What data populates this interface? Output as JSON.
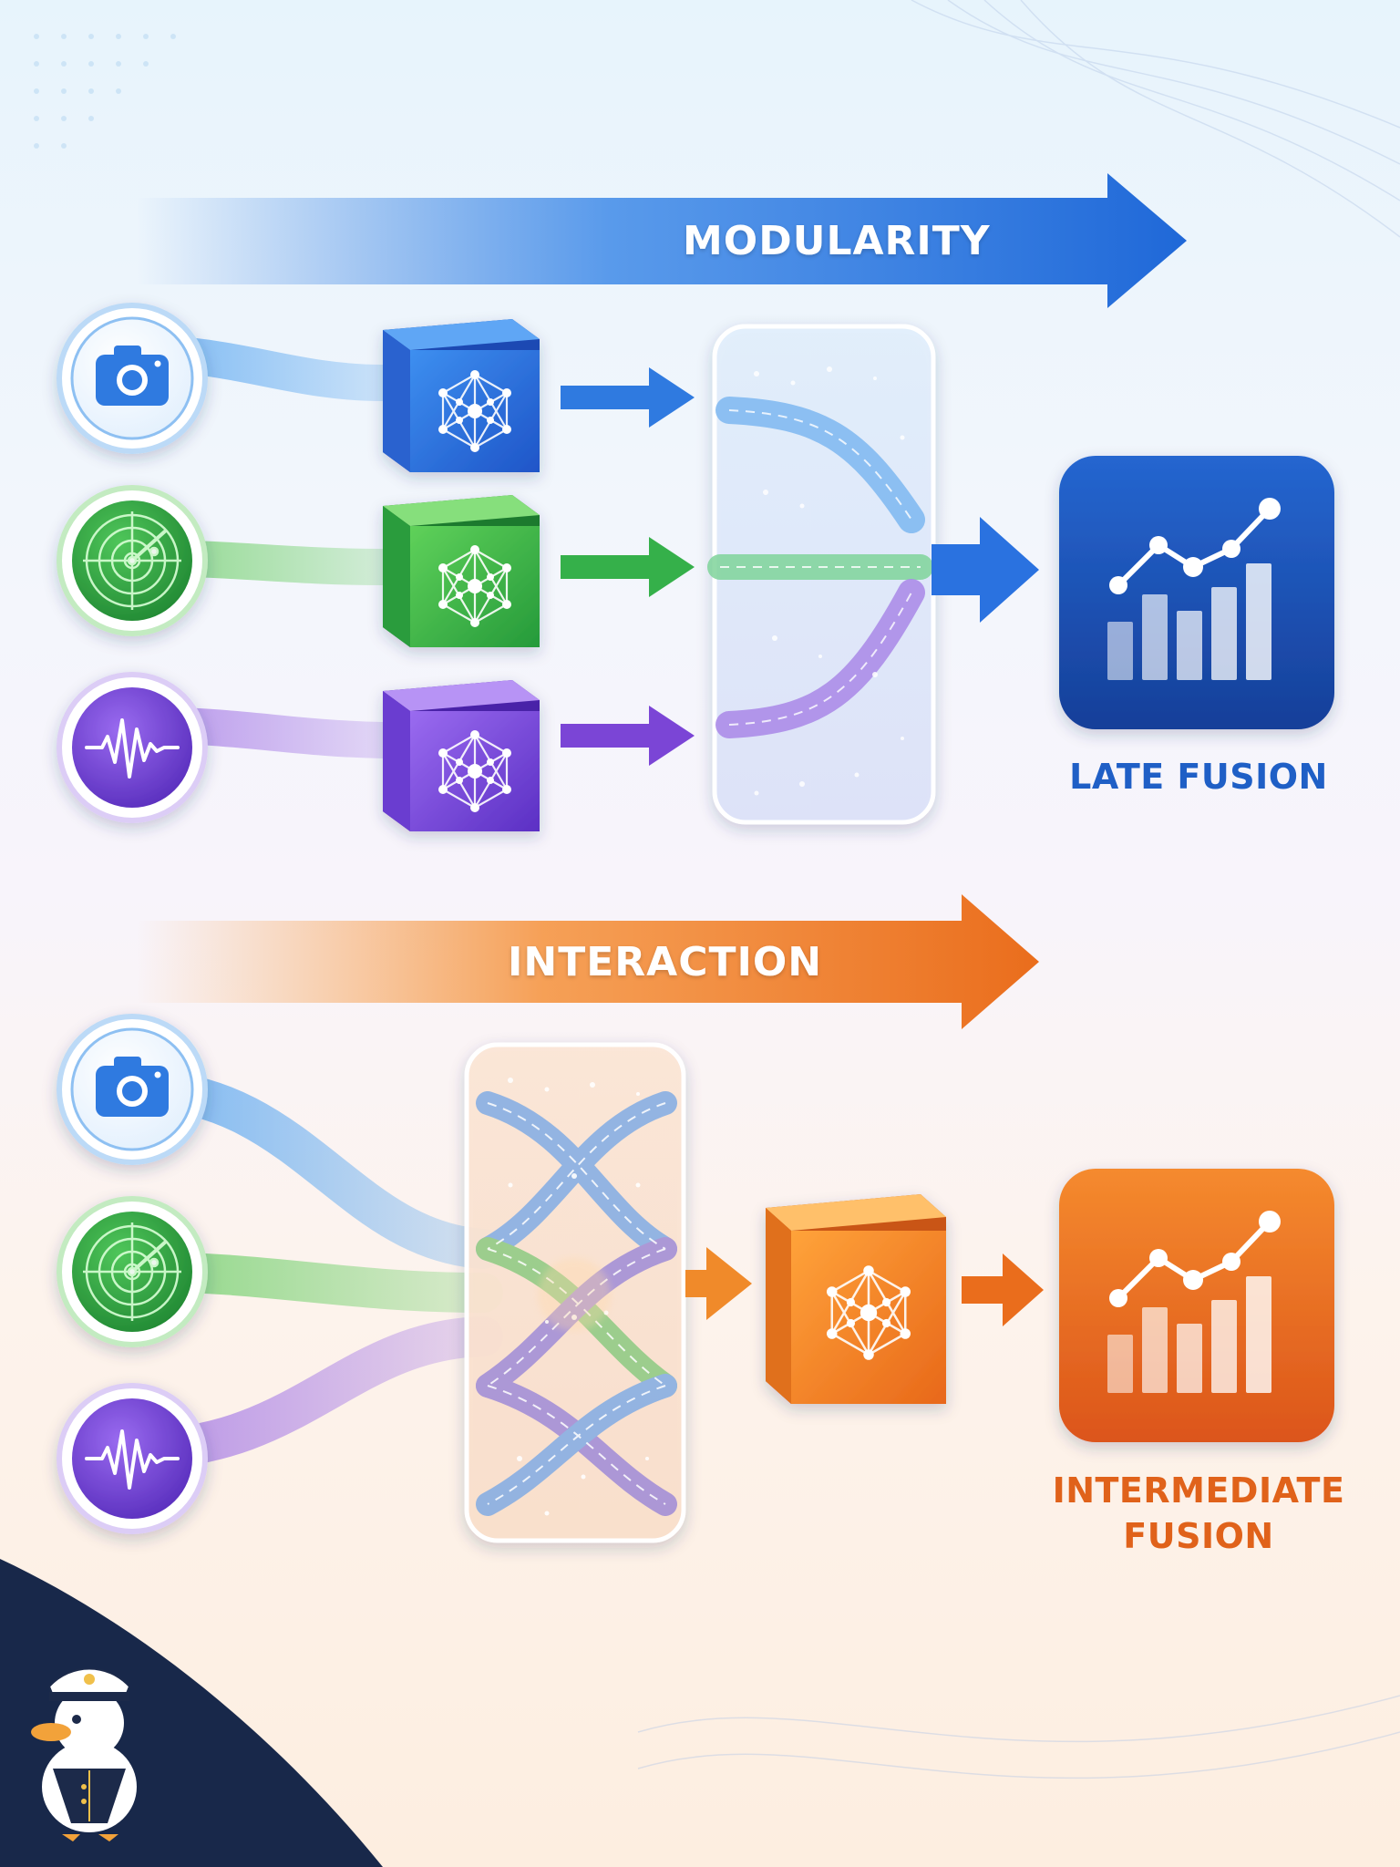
{
  "diagram": {
    "top_section": {
      "banner_label": "MODULARITY",
      "output_label": "LATE FUSION",
      "accent_color": "#2f7ae0",
      "output_color": "#1a4fa8"
    },
    "bottom_section": {
      "banner_label": "INTERACTION",
      "output_label_line1": "INTERMEDIATE",
      "output_label_line2": "FUSION",
      "accent_color": "#f08a2a",
      "output_color": "#e25f1c"
    },
    "inputs": [
      {
        "icon": "camera-icon",
        "color": "#2f7ae0"
      },
      {
        "icon": "radar-icon",
        "color": "#35b04a"
      },
      {
        "icon": "waveform-icon",
        "color": "#7b45d6"
      }
    ],
    "output_icon": "rising-chart-icon",
    "mascot_icon": "duck-captain-icon",
    "corner_color": "#18284a"
  }
}
